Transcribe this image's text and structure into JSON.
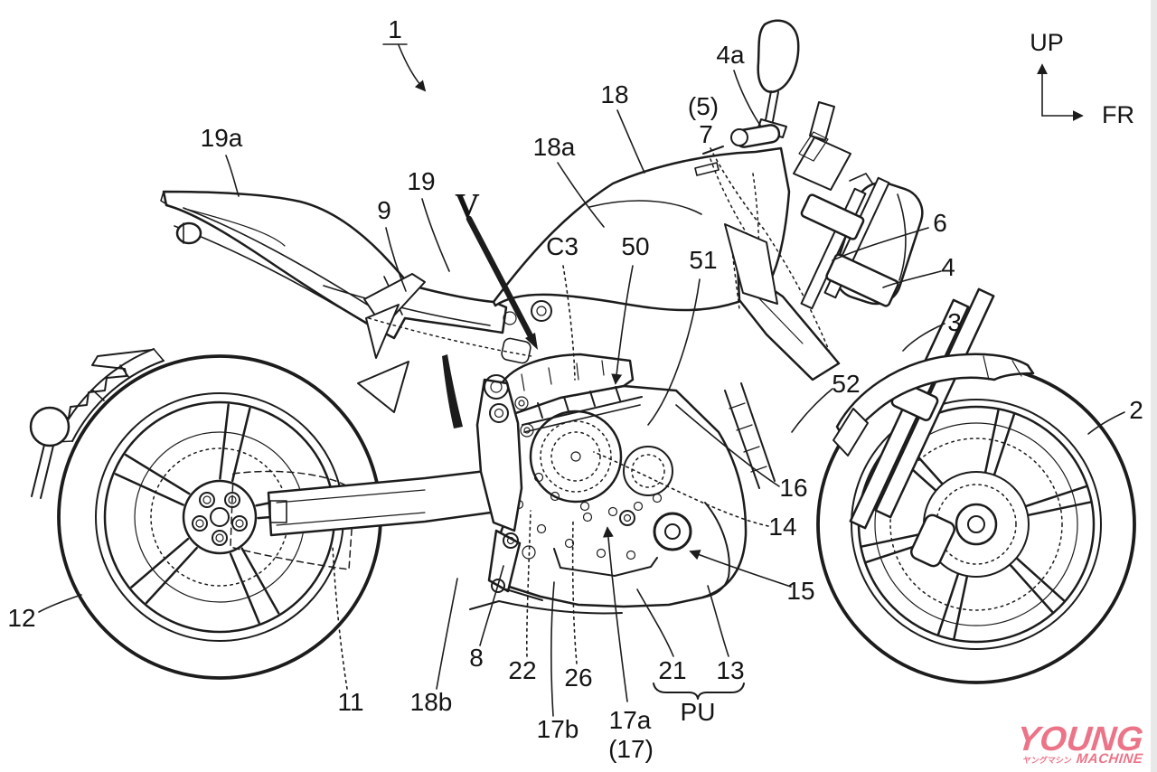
{
  "figure": {
    "type": "patent-line-drawing",
    "subject": "motorcycle-side-view",
    "callout_number": "1",
    "section_marker": "V",
    "group_label": "PU",
    "orientation": {
      "up": "UP",
      "front": "FR"
    },
    "part_labels": [
      "19a",
      "9",
      "19",
      "18a",
      "18",
      "(5)",
      "7",
      "4a",
      "6",
      "4",
      "3",
      "52",
      "2",
      "16",
      "14",
      "15",
      "12",
      "11",
      "18b",
      "8",
      "22",
      "26",
      "17b",
      "17a",
      "(17)",
      "21",
      "13",
      "C3",
      "50",
      "51"
    ]
  },
  "watermark": {
    "line1": "YOUNG",
    "kana": "ヤングマシン",
    "line2": "MACHINE",
    "color": "#ec7488"
  },
  "canvas": {
    "background": "#ffffff",
    "line_color": "#1c1c1c"
  }
}
